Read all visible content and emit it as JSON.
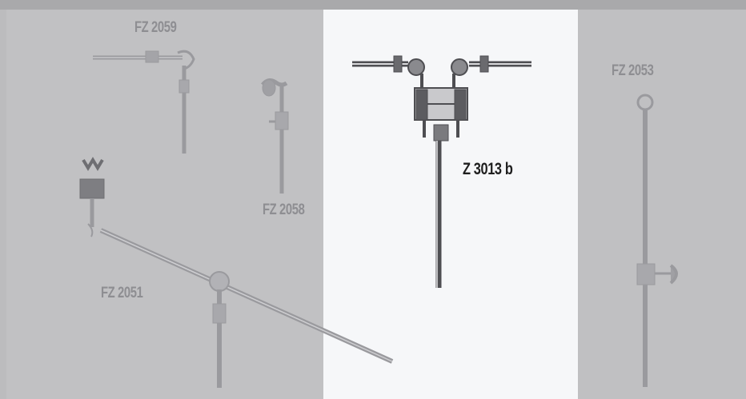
{
  "catalog": {
    "highlight": {
      "code": "Z 3013 b"
    },
    "faded_parts": [
      {
        "code": "FZ 2059"
      },
      {
        "code": "FZ 2058"
      },
      {
        "code": "FZ 2051"
      },
      {
        "code": "FZ 2053"
      }
    ]
  },
  "colors": {
    "background": "#bcbcbe",
    "highlight_panel": "#f6f7f9",
    "faded_metal": "#9a9a9e",
    "metal": "#5a5a5e",
    "label_dim": "#8e8e92",
    "label_focus": "#1e1e1e"
  }
}
